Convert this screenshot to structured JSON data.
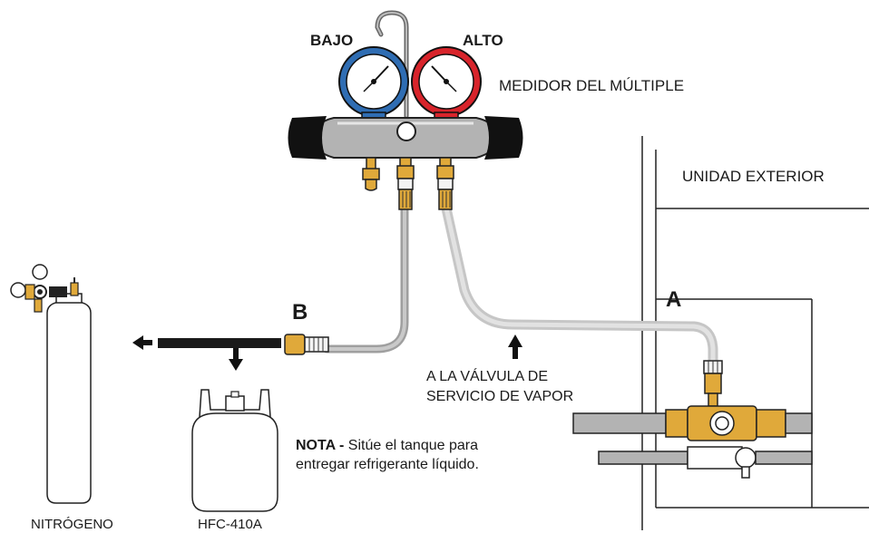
{
  "labels": {
    "low_gauge": "BAJO",
    "high_gauge": "ALTO",
    "manifold": "MEDIDOR DEL MÚLTIPLE",
    "outdoor_unit": "UNIDAD EXTERIOR",
    "point_a": "A",
    "point_b": "B",
    "vapor_valve_line1": "A LA VÁLVULA DE",
    "vapor_valve_line2": "SERVICIO DE VAPOR",
    "note_bold": "NOTA -",
    "note_line1": " Sitúe el tanque para",
    "note_line2": "entregar refrigerante líquido.",
    "nitrogen": "NITRÓGENO",
    "refrigerant": "HFC-410A"
  },
  "colors": {
    "low_gauge_ring": "#2f6db3",
    "high_gauge_ring": "#d8242b",
    "manifold_body": "#b3b3b3",
    "brass_fitting": "#e0a93a",
    "hose_gray": "#a6a6a6",
    "hose_light": "#cfcfcf",
    "hose_dark": "#1a1a1a"
  }
}
